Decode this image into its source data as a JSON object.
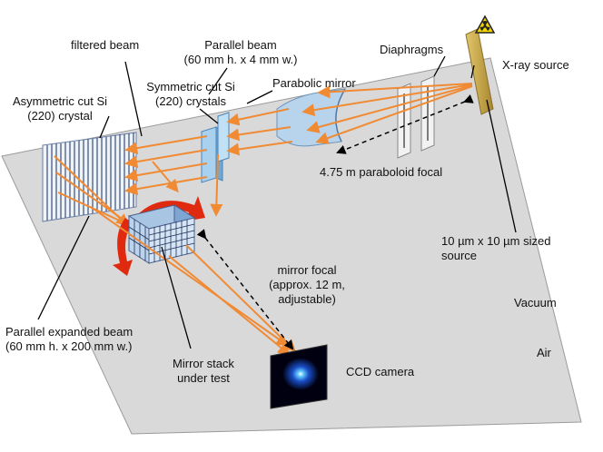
{
  "labels": {
    "filtered_beam": "filtered beam",
    "parallel_beam": [
      "Parallel beam",
      "(60 mm h. x 4 mm w.)"
    ],
    "diaphragms": "Diaphragms",
    "xray_source": "X-ray source",
    "symmetric_cut": [
      "Symmetric cut Si",
      "(220) crystals"
    ],
    "parabolic_mirror": "Parabolic mirror",
    "asymmetric_cut": [
      "Asymmetric cut Si",
      "(220) crystal"
    ],
    "paraboloid_focal": "4.75 m paraboloid focal",
    "sized_source": [
      "10 µm x 10 µm sized",
      "source"
    ],
    "mirror_focal": [
      "mirror focal",
      "(approx. 12 m,",
      "adjustable)"
    ],
    "vacuum": "Vacuum",
    "air": "Air",
    "expanded_beam": [
      "Parallel expanded beam",
      "(60 mm h. x 200 mm w.)"
    ],
    "mirror_stack": [
      "Mirror stack",
      "under test"
    ],
    "ccd_camera": "CCD camera"
  },
  "colors": {
    "beam": "#f08a33",
    "table_fill": "#d9d9d9",
    "table_edge": "#9a9a9a",
    "crystal": "#9ec9ea",
    "mirror": "#b8d4ec",
    "source_plate": "#c8a84a",
    "warning_yellow": "#f2d500",
    "arrow_red": "#e02a10"
  },
  "icons": [
    "radiation-warning-icon",
    "ccd-image-icon"
  ]
}
